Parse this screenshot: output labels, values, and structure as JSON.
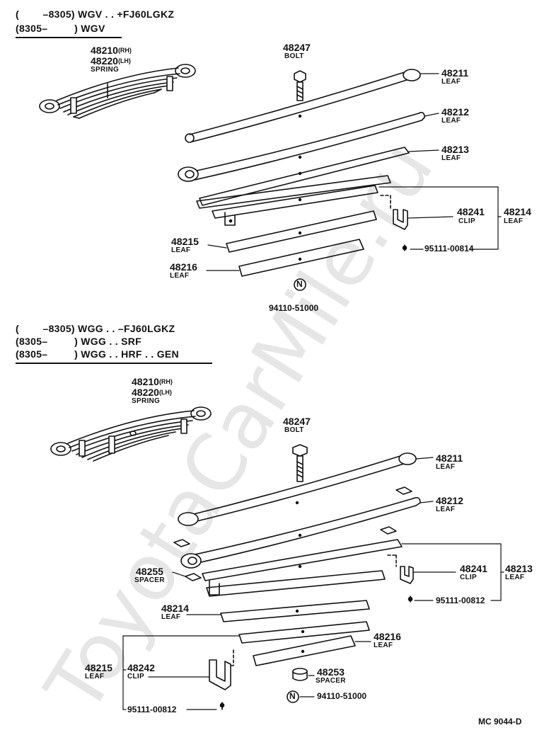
{
  "headers": {
    "top": [
      "(        –8305) WGV . . +FJ60LGKZ",
      "(8305–         ) WGV"
    ],
    "bottom": [
      "(        –8305) WGG . . –FJ60LGKZ",
      "(8305–         ) WGG . . SRF",
      "(8305–         ) WGG . . HRF . . GEN"
    ]
  },
  "top_section": {
    "spring": {
      "pn_rh": "48210",
      "rh": "(RH)",
      "pn_lh": "48220",
      "lh": "(LH)",
      "name": "SPRING"
    },
    "bolt": {
      "pn": "48247",
      "name": "BOLT"
    },
    "leaf_48211": {
      "pn": "48211",
      "name": "LEAF"
    },
    "leaf_48212": {
      "pn": "48212",
      "name": "LEAF"
    },
    "leaf_48213": {
      "pn": "48213",
      "name": "LEAF"
    },
    "clip_48241": {
      "pn": "48241",
      "name": "CLIP"
    },
    "leaf_48214": {
      "pn": "48214",
      "name": "LEAF"
    },
    "leaf_48215": {
      "pn": "48215",
      "name": "LEAF"
    },
    "leaf_48216": {
      "pn": "48216",
      "name": "LEAF"
    },
    "rivet": {
      "pn": "95111-00814"
    },
    "nut": {
      "pn": "94110-51000",
      "symbol": "N"
    }
  },
  "bottom_section": {
    "spring": {
      "pn_rh": "48210",
      "rh": "(RH)",
      "pn_lh": "48220",
      "lh": "(LH)",
      "name": "SPRING"
    },
    "bolt": {
      "pn": "48247",
      "name": "BOLT"
    },
    "leaf_48211": {
      "pn": "48211",
      "name": "LEAF"
    },
    "leaf_48212": {
      "pn": "48212",
      "name": "LEAF"
    },
    "spacer_48255": {
      "pn": "48255",
      "name": "SPACER"
    },
    "clip_48241": {
      "pn": "48241",
      "name": "CLIP"
    },
    "leaf_48213": {
      "pn": "48213",
      "name": "LEAF"
    },
    "rivet_a": {
      "pn": "95111-00812"
    },
    "leaf_48214": {
      "pn": "48214",
      "name": "LEAF"
    },
    "leaf_48216": {
      "pn": "48216",
      "name": "LEAF"
    },
    "leaf_48215": {
      "pn": "48215",
      "name": "LEAF"
    },
    "clip_48242": {
      "pn": "48242",
      "name": "CLIP"
    },
    "spacer_48253": {
      "pn": "48253",
      "name": "SPACER"
    },
    "nut": {
      "pn": "94110-51000",
      "symbol": "N"
    },
    "rivet_b": {
      "pn": "95111-00812"
    }
  },
  "footer": {
    "code": "MC  9044-D"
  },
  "watermark": "ToyotaCarMile.ru",
  "colors": {
    "ink": "#111111",
    "watermark": "#e6e6e6",
    "background": "#ffffff"
  }
}
